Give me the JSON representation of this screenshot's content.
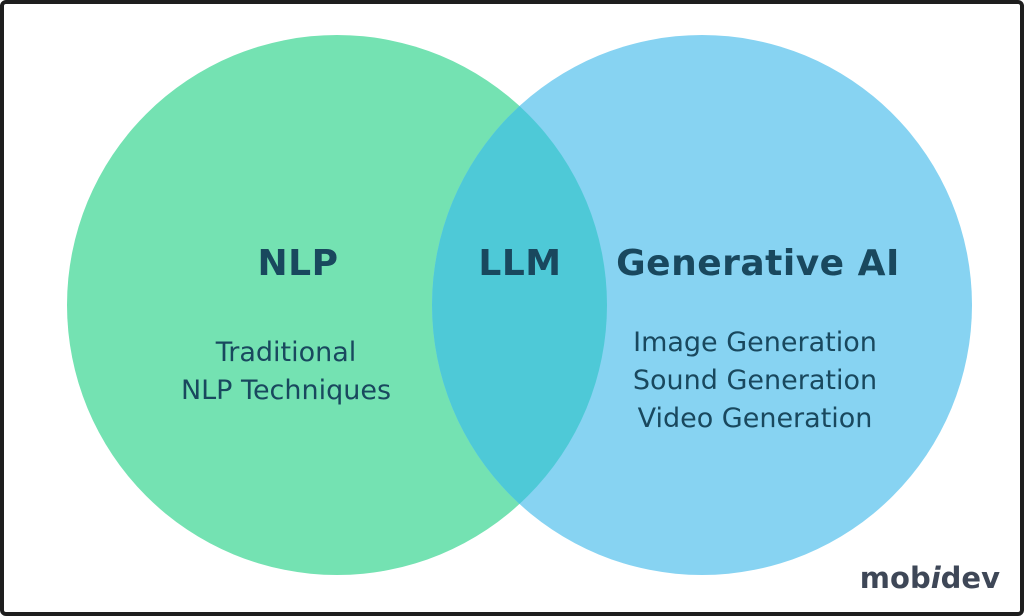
{
  "diagram": {
    "type": "venn",
    "left_circle": {
      "title": "NLP",
      "body_lines": [
        "Traditional",
        "NLP Techniques"
      ],
      "color": "#74E2B2"
    },
    "right_circle": {
      "title": "Generative AI",
      "body_lines": [
        "Image Generation",
        "Sound Generation",
        "Video Generation"
      ],
      "color": "#87D3F2"
    },
    "intersection": {
      "label": "LLM",
      "color": "#4EC9D7"
    },
    "text_color": "#19485E"
  },
  "branding": {
    "logo_text": "mobidev",
    "logo_parts": {
      "pre": "mob",
      "italic": "i",
      "post": "dev"
    },
    "logo_color": "#3E4757"
  }
}
